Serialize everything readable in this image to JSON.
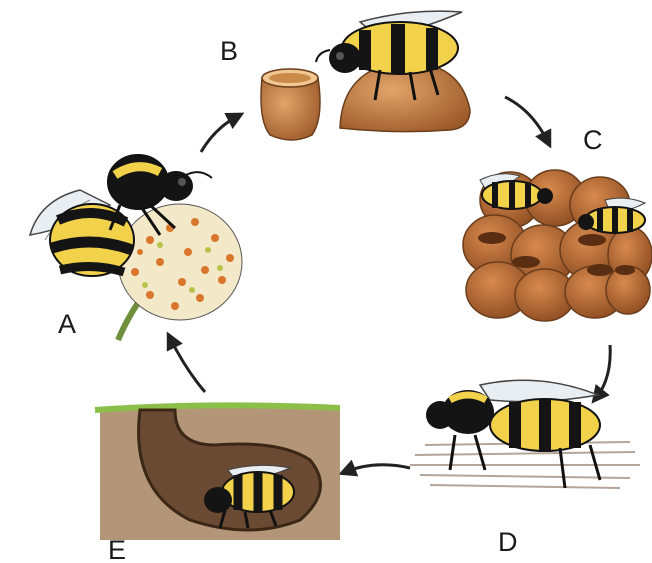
{
  "stages": [
    {
      "id": "A",
      "label": "A"
    },
    {
      "id": "B",
      "label": "B"
    },
    {
      "id": "C",
      "label": "C"
    },
    {
      "id": "D",
      "label": "D"
    },
    {
      "id": "E",
      "label": "E"
    }
  ],
  "colors": {
    "bee_black": "#141414",
    "bee_yellow": "#f2d24a",
    "wax_brown": "#b8743f",
    "soil_brown": "#6b4a33",
    "grass_green": "#8cbf4a",
    "flower_orange": "#d9762b",
    "arrow": "#222222"
  }
}
